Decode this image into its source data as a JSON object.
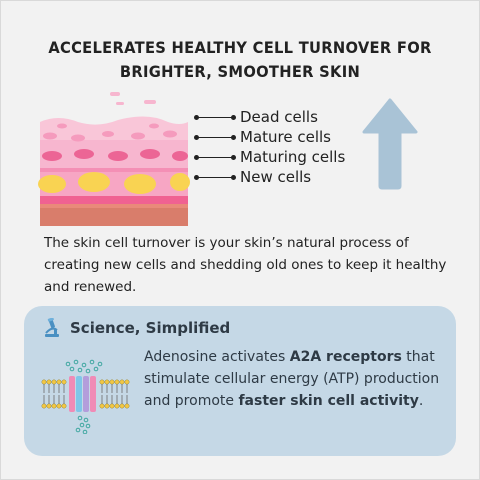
{
  "title": {
    "line1": "ACCELERATES HEALTHY CELL TURNOVER FOR",
    "line2": "BRIGHTER, SMOOTHER SKIN"
  },
  "layers": [
    {
      "label": "Dead cells"
    },
    {
      "label": "Mature cells"
    },
    {
      "label": "Maturing cells"
    },
    {
      "label": "New cells"
    }
  ],
  "description": "The skin cell turnover is your skin’s natural process of creating new cells and shedding old ones to keep it healthy and renewed.",
  "science": {
    "title": "Science, Simplified",
    "text_1": "Adenosine activates ",
    "bold_1": "A2A receptors",
    "text_2": " that stimulate cellular energy (ATP) production and promote ",
    "bold_2": "faster skin cell activity",
    "text_3": "."
  },
  "colors": {
    "background": "#f2f2f2",
    "panel": "#c5d8e6",
    "arrow": "#a9c3d6",
    "skin_pink_light": "#f7b6cf",
    "skin_pink": "#f06292",
    "skin_yellow": "#f9d352",
    "skin_base": "#d97d6b"
  },
  "icons": {
    "science": "microscope-icon",
    "membrane": "cell-membrane-icon",
    "arrow": "up-arrow-icon"
  }
}
